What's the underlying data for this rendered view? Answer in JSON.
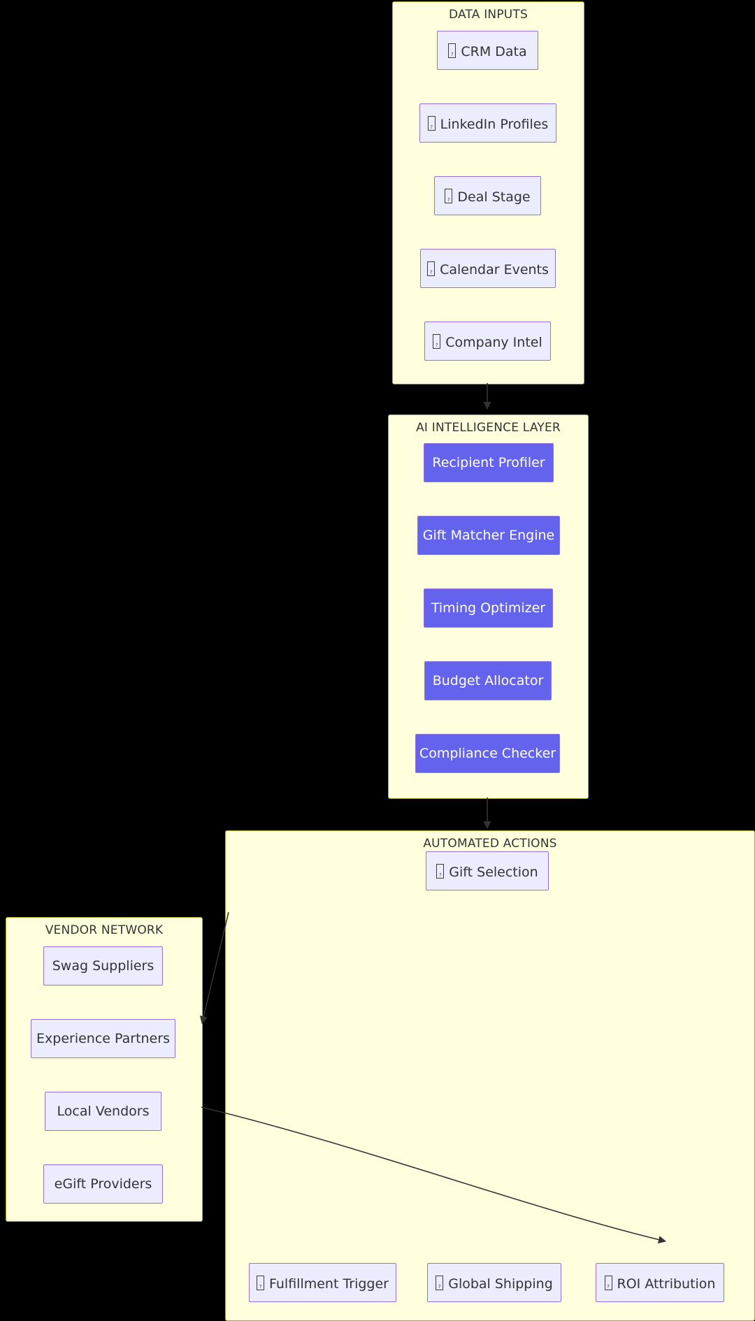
{
  "diagram": {
    "type": "flowchart",
    "direction": "top-down",
    "background": "#000000",
    "colors": {
      "subgraph_fill": "#ffffde",
      "subgraph_border": "#aaaa33",
      "node_fill": "#ececff",
      "node_border": "#9370db",
      "node_text": "#333333",
      "ai_node_fill": "#6363ed",
      "ai_node_text": "#ffffff",
      "edge": "#333333"
    }
  },
  "subgraphs": [
    {
      "id": "data-inputs",
      "title": "DATA INPUTS",
      "style": "plain",
      "nodes": [
        {
          "id": "crm-data",
          "icon": "missing-glyph-box",
          "label": "CRM Data"
        },
        {
          "id": "linkedin-profiles",
          "icon": "missing-glyph-box",
          "label": "LinkedIn Profiles"
        },
        {
          "id": "deal-stage",
          "icon": "missing-glyph-box",
          "label": "Deal Stage"
        },
        {
          "id": "calendar-events",
          "icon": "missing-glyph-box",
          "label": "Calendar Events"
        },
        {
          "id": "company-intel",
          "icon": "missing-glyph-box",
          "label": "Company Intel"
        }
      ]
    },
    {
      "id": "ai-intelligence-layer",
      "title": "AI INTELLIGENCE LAYER",
      "style": "ai",
      "nodes": [
        {
          "id": "recipient-profiler",
          "icon": "",
          "label": "Recipient Profiler"
        },
        {
          "id": "gift-matcher-engine",
          "icon": "",
          "label": "Gift Matcher Engine"
        },
        {
          "id": "timing-optimizer",
          "icon": "",
          "label": "Timing Optimizer"
        },
        {
          "id": "budget-allocator",
          "icon": "",
          "label": "Budget Allocator"
        },
        {
          "id": "compliance-checker",
          "icon": "",
          "label": "Compliance Checker"
        }
      ]
    },
    {
      "id": "automated-actions",
      "title": "AUTOMATED ACTIONS",
      "style": "plain",
      "nodes": [
        {
          "id": "gift-selection",
          "icon": "missing-glyph-box",
          "label": "Gift Selection"
        },
        {
          "id": "fulfillment-trigger",
          "icon": "missing-glyph-box",
          "label": "Fulfillment Trigger"
        },
        {
          "id": "global-shipping",
          "icon": "missing-glyph-box",
          "label": "Global Shipping"
        },
        {
          "id": "roi-attribution",
          "icon": "missing-glyph-box",
          "label": "ROI Attribution"
        }
      ]
    },
    {
      "id": "vendor-network",
      "title": "VENDOR NETWORK",
      "style": "plain",
      "nodes": [
        {
          "id": "swag-suppliers",
          "icon": "",
          "label": "Swag Suppliers"
        },
        {
          "id": "experience-partners",
          "icon": "",
          "label": "Experience Partners"
        },
        {
          "id": "local-vendors",
          "icon": "",
          "label": "Local Vendors"
        },
        {
          "id": "egift-providers",
          "icon": "",
          "label": "eGift Providers"
        }
      ]
    }
  ],
  "edges": [
    {
      "id": "edge-data-to-ai",
      "from": "data-inputs",
      "to": "ai-intelligence-layer",
      "arrow": true
    },
    {
      "id": "edge-ai-to-actions",
      "from": "ai-intelligence-layer",
      "to": "automated-actions",
      "arrow": true
    },
    {
      "id": "edge-actions-to-vendors",
      "from": "automated-actions",
      "to": "experience-partners",
      "arrow": true
    },
    {
      "id": "edge-vendors-to-roi",
      "from": "local-vendors",
      "to": "roi-attribution",
      "arrow": true
    }
  ]
}
